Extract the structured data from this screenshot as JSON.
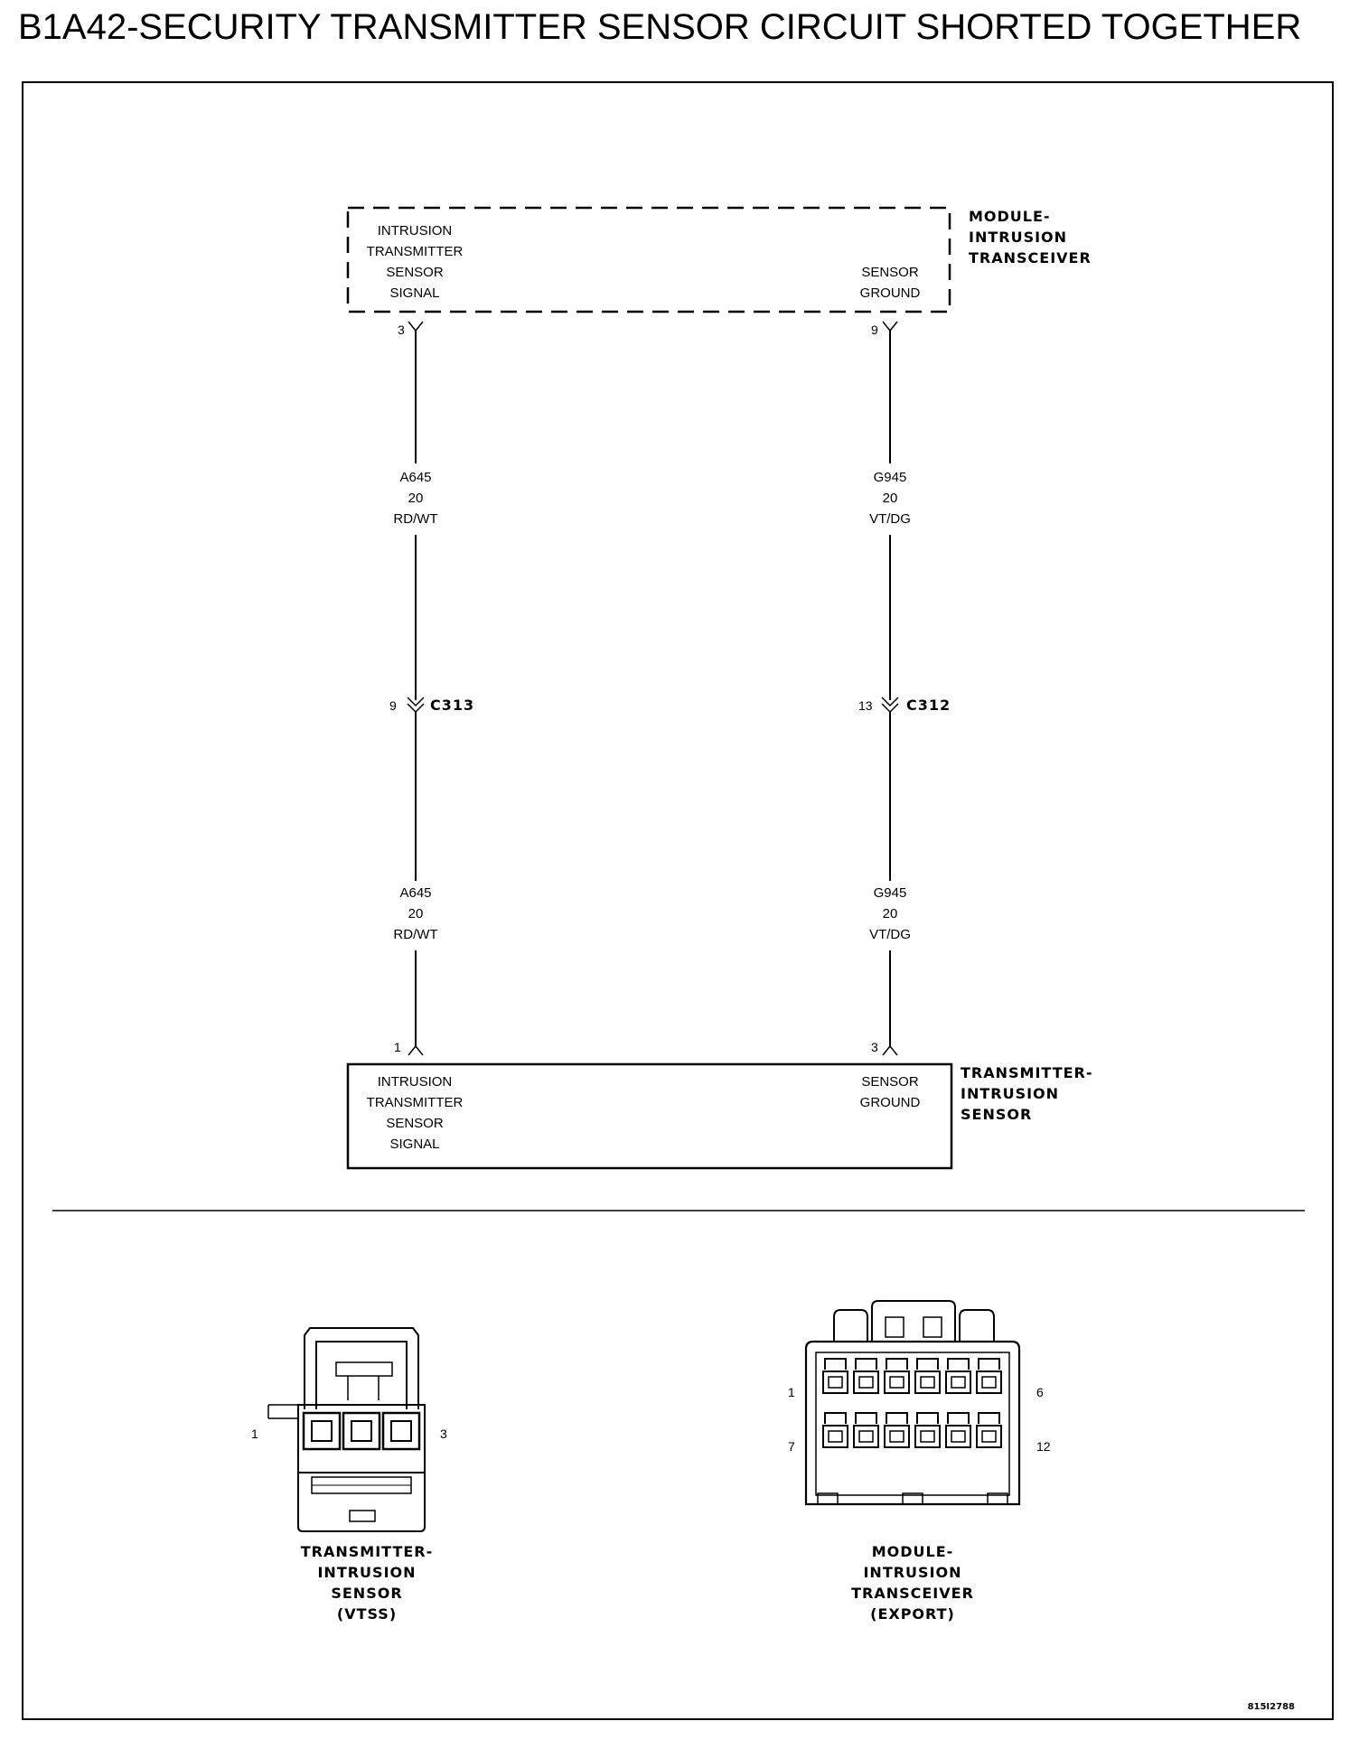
{
  "title": "B1A42-SECURITY TRANSMITTER SENSOR CIRCUIT SHORTED TOGETHER",
  "module": {
    "name_lines": [
      "MODULE-",
      "INTRUSION",
      "TRANSCEIVER"
    ],
    "left_label": [
      "INTRUSION",
      "TRANSMITTER",
      "SENSOR",
      "SIGNAL"
    ],
    "right_label": [
      "SENSOR",
      "GROUND"
    ],
    "left_pin": "3",
    "right_pin": "9"
  },
  "wires": {
    "left_upper": [
      "A645",
      "20",
      "RD/WT"
    ],
    "right_upper": [
      "G945",
      "20",
      "VT/DG"
    ],
    "left_lower": [
      "A645",
      "20",
      "RD/WT"
    ],
    "right_lower": [
      "G945",
      "20",
      "VT/DG"
    ]
  },
  "connectors": {
    "left": {
      "pin": "9",
      "name": "C313"
    },
    "right": {
      "pin": "13",
      "name": "C312"
    }
  },
  "sensor": {
    "name_lines": [
      "TRANSMITTER-",
      "INTRUSION",
      "SENSOR"
    ],
    "left_label": [
      "INTRUSION",
      "TRANSMITTER",
      "SENSOR",
      "SIGNAL"
    ],
    "right_label": [
      "SENSOR",
      "GROUND"
    ],
    "left_pin": "1",
    "right_pin": "3"
  },
  "views": {
    "sensor_connector": {
      "pin_left": "1",
      "pin_right": "3",
      "caption": [
        "TRANSMITTER-",
        "INTRUSION",
        "SENSOR",
        "(VTSS)"
      ]
    },
    "module_connector": {
      "pin_tl": "1",
      "pin_tr": "6",
      "pin_bl": "7",
      "pin_br": "12",
      "caption": [
        "MODULE-",
        "INTRUSION",
        "TRANSCEIVER",
        "(EXPORT)"
      ]
    }
  },
  "figure_id": "815I2788"
}
